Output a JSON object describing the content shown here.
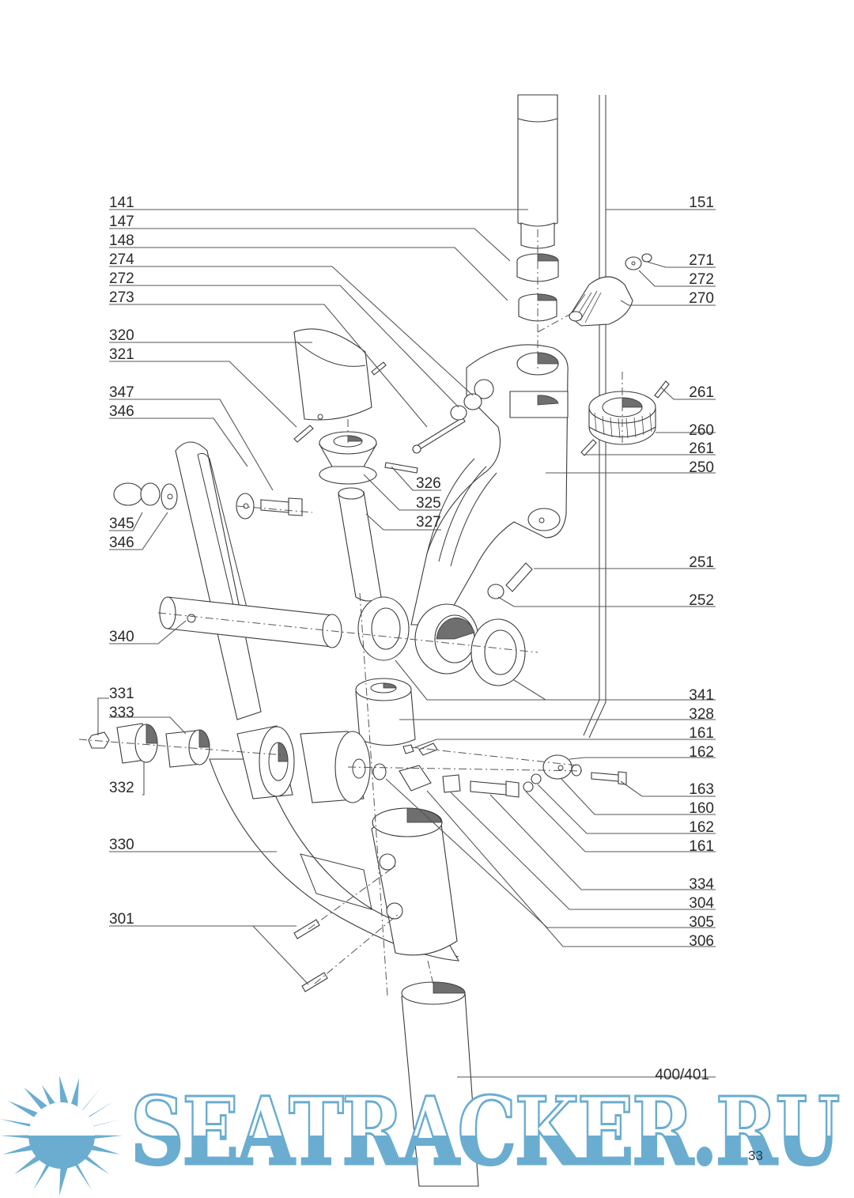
{
  "document": {
    "type": "exploded parts diagram",
    "page_number": "33"
  },
  "brand": {
    "name": "SEATRACKER.RU",
    "color": "#6aadd0",
    "icon": "sun-over-sea-icon"
  },
  "labels_left": [
    {
      "id": "141",
      "text": "141"
    },
    {
      "id": "147",
      "text": "147"
    },
    {
      "id": "148",
      "text": "148"
    },
    {
      "id": "274",
      "text": "274"
    },
    {
      "id": "272a",
      "text": "272"
    },
    {
      "id": "273",
      "text": "273"
    },
    {
      "id": "320",
      "text": "320"
    },
    {
      "id": "321",
      "text": "321"
    },
    {
      "id": "347",
      "text": "347"
    },
    {
      "id": "346a",
      "text": "346"
    },
    {
      "id": "345",
      "text": "345"
    },
    {
      "id": "346b",
      "text": "346"
    },
    {
      "id": "340",
      "text": "340"
    },
    {
      "id": "331",
      "text": "331"
    },
    {
      "id": "333",
      "text": "333"
    },
    {
      "id": "332",
      "text": "332"
    },
    {
      "id": "330",
      "text": "330"
    },
    {
      "id": "301",
      "text": "301"
    }
  ],
  "labels_center": [
    {
      "id": "326",
      "text": "326"
    },
    {
      "id": "325",
      "text": "325"
    },
    {
      "id": "327",
      "text": "327"
    }
  ],
  "labels_right": [
    {
      "id": "151",
      "text": "151"
    },
    {
      "id": "271",
      "text": "271"
    },
    {
      "id": "272b",
      "text": "272"
    },
    {
      "id": "270",
      "text": "270"
    },
    {
      "id": "261a",
      "text": "261"
    },
    {
      "id": "260",
      "text": "260"
    },
    {
      "id": "261b",
      "text": "261"
    },
    {
      "id": "250",
      "text": "250"
    },
    {
      "id": "251",
      "text": "251"
    },
    {
      "id": "252",
      "text": "252"
    },
    {
      "id": "341",
      "text": "341"
    },
    {
      "id": "328",
      "text": "328"
    },
    {
      "id": "161a",
      "text": "161"
    },
    {
      "id": "162a",
      "text": "162"
    },
    {
      "id": "163",
      "text": "163"
    },
    {
      "id": "160",
      "text": "160"
    },
    {
      "id": "162b",
      "text": "162"
    },
    {
      "id": "161b",
      "text": "161"
    },
    {
      "id": "334",
      "text": "334"
    },
    {
      "id": "304",
      "text": "304"
    },
    {
      "id": "305",
      "text": "305"
    },
    {
      "id": "306",
      "text": "306"
    },
    {
      "id": "400_401",
      "text": "400/401"
    }
  ]
}
